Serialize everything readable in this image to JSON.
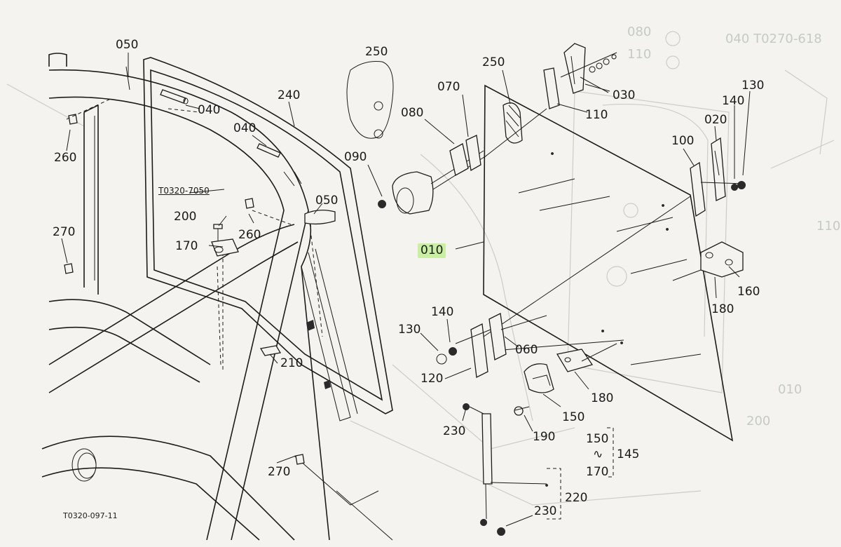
{
  "diagram": {
    "callouts": [
      {
        "id": "c050a",
        "text": "050"
      },
      {
        "id": "c250a",
        "text": "250"
      },
      {
        "id": "c250b",
        "text": "250"
      },
      {
        "id": "c040a",
        "text": "040"
      },
      {
        "id": "c240",
        "text": "240"
      },
      {
        "id": "c040b",
        "text": "040"
      },
      {
        "id": "c070",
        "text": "070"
      },
      {
        "id": "c030",
        "text": "030"
      },
      {
        "id": "c130a",
        "text": "130"
      },
      {
        "id": "c080",
        "text": "080"
      },
      {
        "id": "c110",
        "text": "110"
      },
      {
        "id": "c140a",
        "text": "140"
      },
      {
        "id": "c020",
        "text": "020"
      },
      {
        "id": "c260a",
        "text": "260"
      },
      {
        "id": "c090",
        "text": "090"
      },
      {
        "id": "c100",
        "text": "100"
      },
      {
        "id": "c050b",
        "text": "050"
      },
      {
        "id": "c200",
        "text": "200"
      },
      {
        "id": "c260b",
        "text": "260"
      },
      {
        "id": "c270a",
        "text": "270"
      },
      {
        "id": "c170a",
        "text": "170"
      },
      {
        "id": "c010",
        "text": "010"
      },
      {
        "id": "c160",
        "text": "160"
      },
      {
        "id": "c180a",
        "text": "180"
      },
      {
        "id": "c140b",
        "text": "140"
      },
      {
        "id": "c130b",
        "text": "130"
      },
      {
        "id": "c060",
        "text": "060"
      },
      {
        "id": "c210",
        "text": "210"
      },
      {
        "id": "c120",
        "text": "120"
      },
      {
        "id": "c180b",
        "text": "180"
      },
      {
        "id": "c230a",
        "text": "230"
      },
      {
        "id": "c150a",
        "text": "150"
      },
      {
        "id": "c190",
        "text": "190"
      },
      {
        "id": "c150b",
        "text": "150"
      },
      {
        "id": "c145",
        "text": "145"
      },
      {
        "id": "c170b",
        "text": "170"
      },
      {
        "id": "c270b",
        "text": "270"
      },
      {
        "id": "c220",
        "text": "220"
      },
      {
        "id": "c230b",
        "text": "230"
      }
    ],
    "bracket_tilde": "∿",
    "reference_code": "T0320-7050",
    "figure_code": "T0320-097-11",
    "highlight_color": "#c8f0a0"
  }
}
